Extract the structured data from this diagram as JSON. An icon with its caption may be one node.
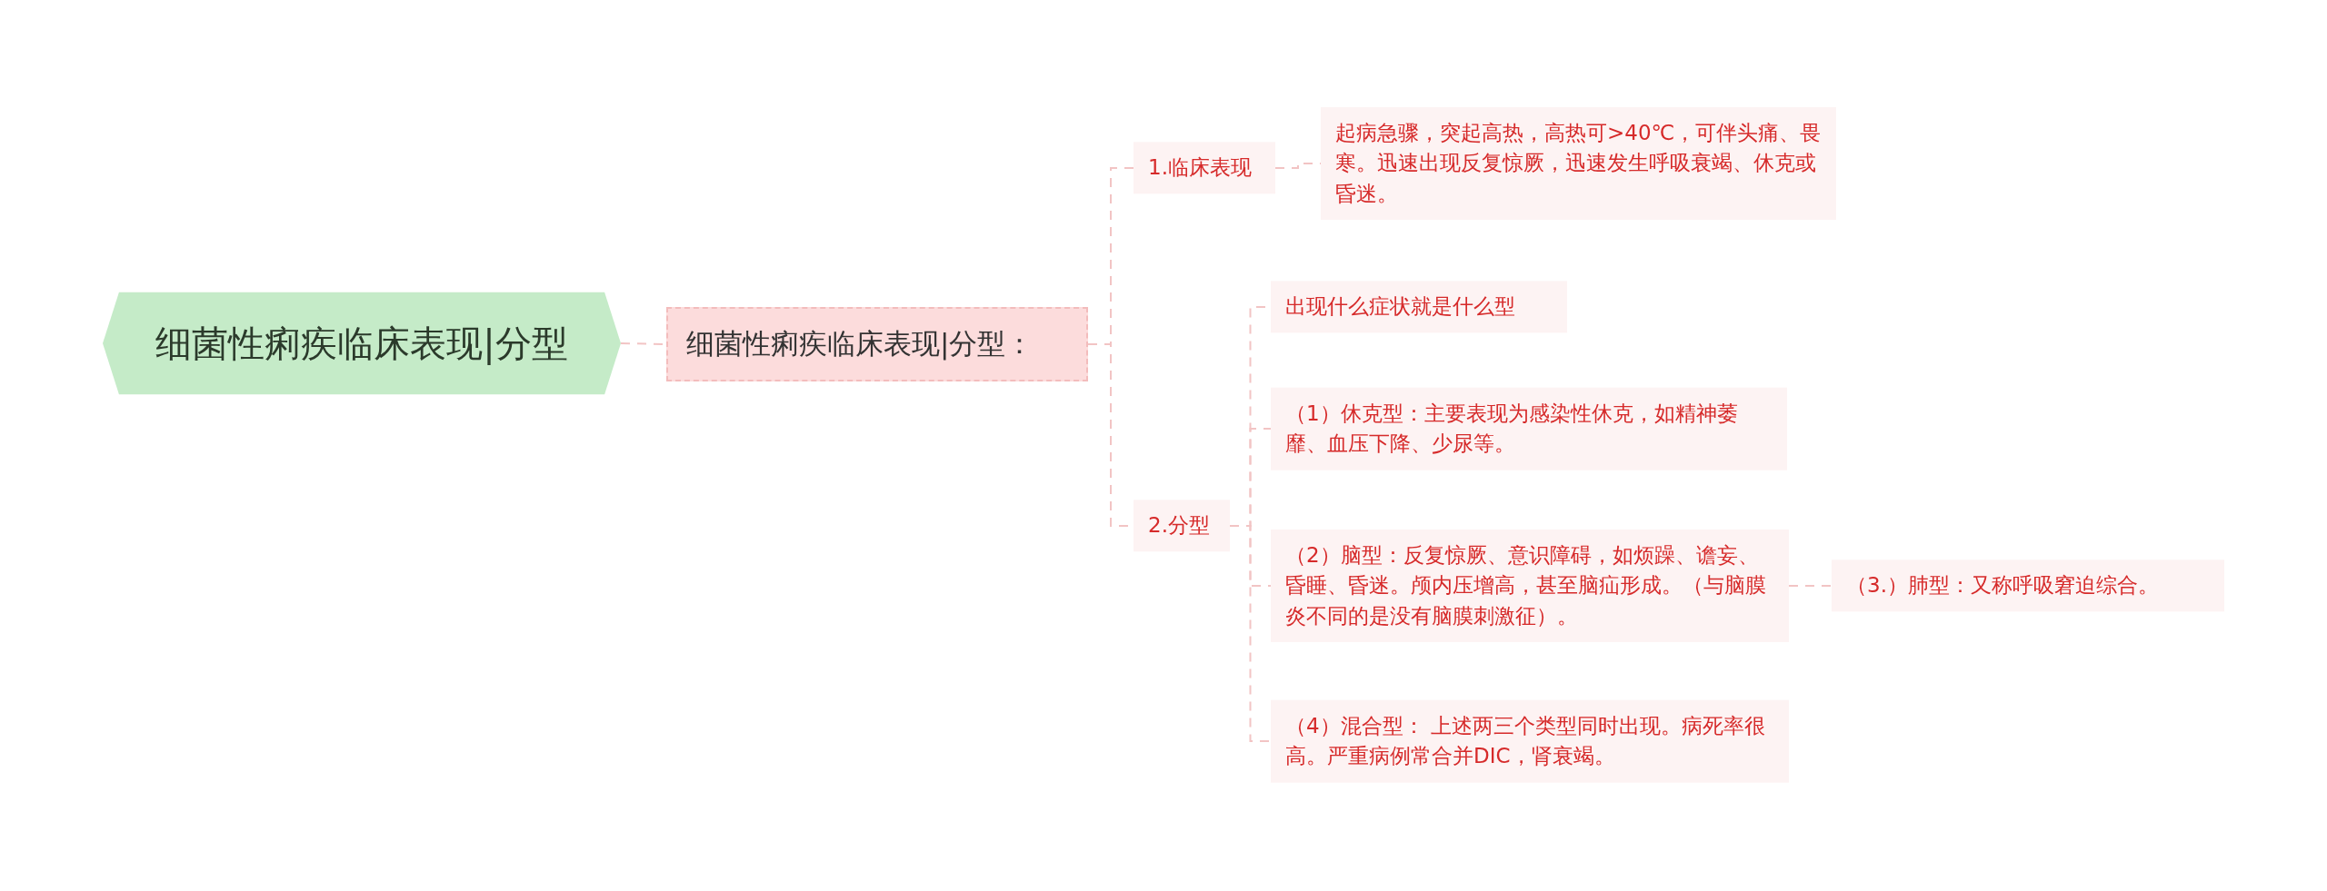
{
  "diagram": {
    "nodes": [
      {
        "text": [
          "细菌性痢疾临床表现|分型"
        ]
      },
      {
        "text": [
          "细菌性痢疾临床表现|分型："
        ]
      },
      {
        "text": [
          "1.临床表现"
        ]
      },
      {
        "text": [
          "起病急骤，突起高热，高热可>40℃，可伴头痛、畏寒。迅速出现反复惊厥，迅速发生呼吸衰竭、休克或昏迷。"
        ]
      },
      {
        "text": [
          "2.分型"
        ]
      },
      {
        "text": [
          "出现什么症状就是什么型"
        ]
      },
      {
        "text": [
          "（1）休克型：主要表现为感染性休克，如精神萎靡、血压下降、少尿等。"
        ]
      },
      {
        "text": [
          "（2）脑型：反复惊厥、意识障碍，如烦躁、谵妄、昏睡、昏迷。颅内压增高，甚至脑疝形成。（与脑膜炎不同的是没有脑膜刺激征）。"
        ]
      },
      {
        "text": [
          "（3.）肺型：又称呼吸窘迫综合。"
        ]
      },
      {
        "text": [
          "（4）混合型： 上述两三个类型同时出现。病死率很高。严重病例常合并DIC，肾衰竭。"
        ]
      }
    ],
    "edges": [
      {
        "from": 0,
        "to": 1,
        "arrow": "none"
      },
      {
        "from": 1,
        "to": 2,
        "arrow": "none"
      },
      {
        "from": 1,
        "to": 4,
        "arrow": "none"
      },
      {
        "from": 2,
        "to": 3,
        "arrow": "none"
      },
      {
        "from": 4,
        "to": 5,
        "arrow": "none"
      },
      {
        "from": 4,
        "to": 6,
        "arrow": "none"
      },
      {
        "from": 4,
        "to": 7,
        "arrow": "none"
      },
      {
        "from": 7,
        "to": 8,
        "arrow": "none"
      },
      {
        "from": 4,
        "to": 9,
        "arrow": "none"
      }
    ]
  }
}
